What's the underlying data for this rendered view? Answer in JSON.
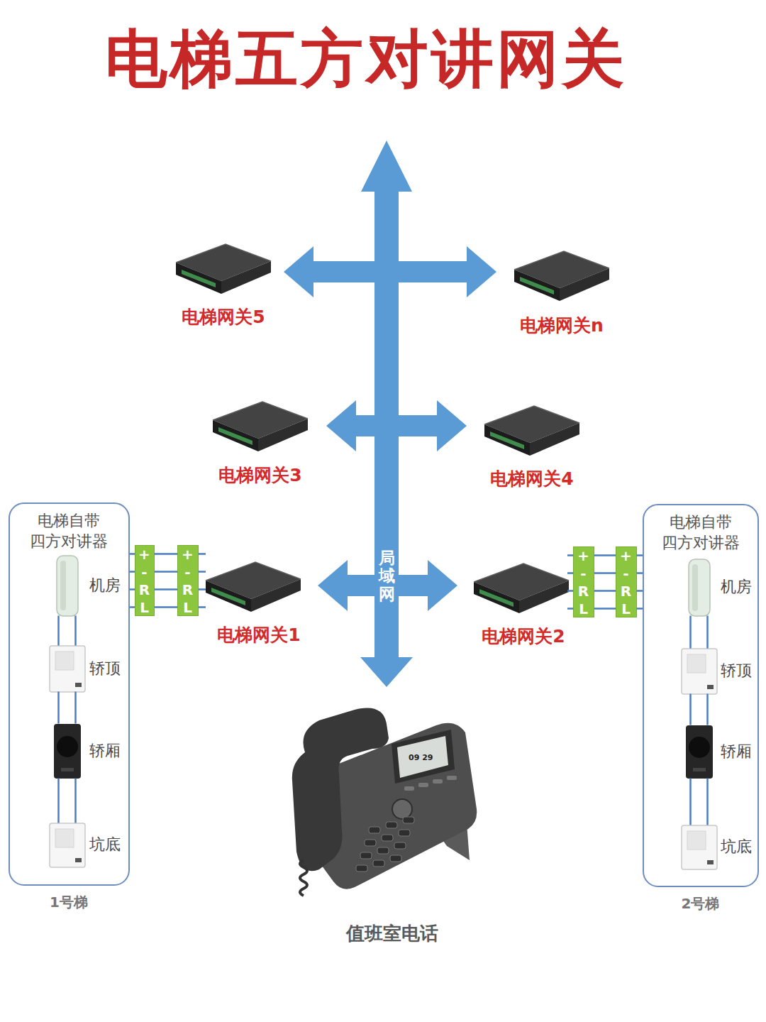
{
  "diagram": {
    "title": "电梯五方对讲网关",
    "nodes": [
      {
        "text": [
          "电梯网关5"
        ]
      },
      {
        "text": [
          "电梯网关n"
        ]
      },
      {
        "text": [
          "电梯网关3"
        ]
      },
      {
        "text": [
          "电梯网关4"
        ]
      },
      {
        "text": [
          "电梯自带 四方对讲器",
          "1号梯"
        ]
      },
      {
        "text": [
          "机房"
        ],
        "in": 4
      },
      {
        "text": [
          "轿顶"
        ],
        "in": 4
      },
      {
        "text": [
          "轿厢"
        ],
        "in": 4
      },
      {
        "text": [
          "坑底"
        ],
        "in": 4
      },
      {
        "text": [
          "+",
          "-",
          "R",
          "L"
        ]
      },
      {
        "text": [
          "+",
          "-",
          "R",
          "L"
        ]
      },
      {
        "text": [
          "局域网"
        ]
      },
      {
        "text": [
          "电梯网关1"
        ]
      },
      {
        "text": [
          "电梯网关2"
        ]
      },
      {
        "text": [
          "+",
          "-",
          "R",
          "L"
        ]
      },
      {
        "text": [
          "+",
          "-",
          "R",
          "L"
        ]
      },
      {
        "text": [
          "电梯自带 四方对讲器",
          "2号梯"
        ]
      },
      {
        "text": [
          "机房"
        ],
        "in": 16
      },
      {
        "text": [
          "轿顶"
        ],
        "in": 16
      },
      {
        "text": [
          "轿厢"
        ],
        "in": 16
      },
      {
        "text": [
          "坑底"
        ],
        "in": 16
      },
      {
        "text": [
          "值班室电话"
        ]
      }
    ],
    "edges": [
      {
        "from": 11,
        "to": 0,
        "arrow": "to"
      },
      {
        "from": 11,
        "to": 1,
        "arrow": "to"
      },
      {
        "from": 11,
        "to": 2,
        "arrow": "to"
      },
      {
        "from": 11,
        "to": 3,
        "arrow": "to"
      },
      {
        "from": 11,
        "to": 12,
        "arrow": "to"
      },
      {
        "from": 11,
        "to": 13,
        "arrow": "to"
      },
      {
        "from": 11,
        "to": 21,
        "arrow": "to"
      },
      {
        "from": 5,
        "to": 6,
        "arrow": "none"
      },
      {
        "from": 6,
        "to": 7,
        "arrow": "none"
      },
      {
        "from": 7,
        "to": 8,
        "arrow": "none"
      },
      {
        "from": 17,
        "to": 18,
        "arrow": "none"
      },
      {
        "from": 18,
        "to": 19,
        "arrow": "none"
      },
      {
        "from": 19,
        "to": 20,
        "arrow": "none"
      },
      {
        "from": 4,
        "to": 9,
        "arrow": "none"
      },
      {
        "from": 9,
        "to": 10,
        "arrow": "none"
      },
      {
        "from": 10,
        "to": 12,
        "arrow": "none"
      },
      {
        "from": 13,
        "to": 14,
        "arrow": "none"
      },
      {
        "from": 14,
        "to": 15,
        "arrow": "none"
      },
      {
        "from": 15,
        "to": 16,
        "arrow": "none"
      }
    ],
    "labels": [
      "09 29"
    ]
  }
}
